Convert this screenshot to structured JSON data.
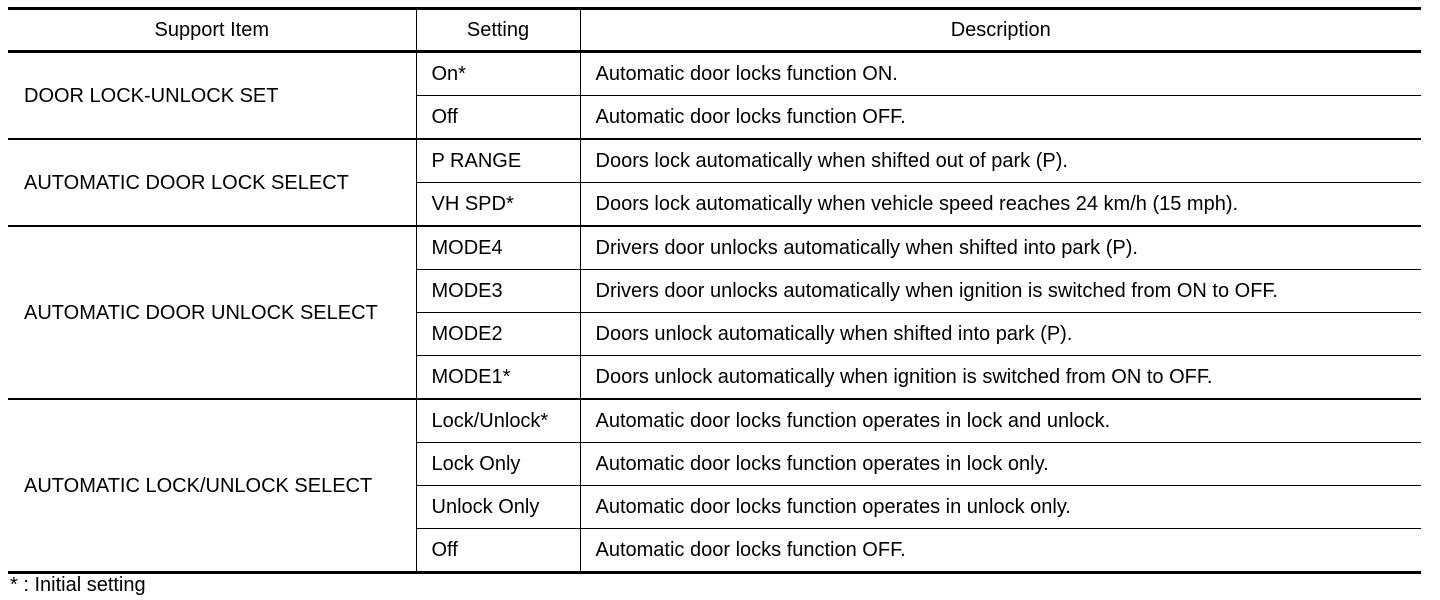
{
  "table": {
    "headers": {
      "item": "Support Item",
      "setting": "Setting",
      "description": "Description"
    },
    "groups": [
      {
        "item": "DOOR LOCK-UNLOCK SET",
        "rows": [
          {
            "setting": "On*",
            "description": "Automatic door locks function ON."
          },
          {
            "setting": "Off",
            "description": "Automatic door locks function OFF."
          }
        ]
      },
      {
        "item": "AUTOMATIC DOOR LOCK SELECT",
        "rows": [
          {
            "setting": "P RANGE",
            "description": "Doors lock automatically when shifted out of park (P)."
          },
          {
            "setting": "VH SPD*",
            "description": "Doors lock automatically when vehicle speed reaches 24 km/h (15 mph)."
          }
        ]
      },
      {
        "item": "AUTOMATIC DOOR UNLOCK SELECT",
        "rows": [
          {
            "setting": "MODE4",
            "description": "Drivers door unlocks automatically when shifted into park (P)."
          },
          {
            "setting": "MODE3",
            "description": "Drivers door unlocks automatically when ignition is switched from ON to OFF."
          },
          {
            "setting": "MODE2",
            "description": "Doors unlock automatically when shifted into park (P)."
          },
          {
            "setting": "MODE1*",
            "description": "Doors unlock automatically when ignition is switched from ON to OFF."
          }
        ]
      },
      {
        "item": "AUTOMATIC LOCK/UNLOCK SELECT",
        "rows": [
          {
            "setting": "Lock/Unlock*",
            "description": "Automatic door locks function operates in lock and unlock."
          },
          {
            "setting": "Lock Only",
            "description": "Automatic door locks function operates in lock only."
          },
          {
            "setting": "Unlock Only",
            "description": "Automatic door locks function operates in unlock only."
          },
          {
            "setting": "Off",
            "description": "Automatic door locks function OFF."
          }
        ]
      }
    ]
  },
  "footnote": "* : Initial setting"
}
